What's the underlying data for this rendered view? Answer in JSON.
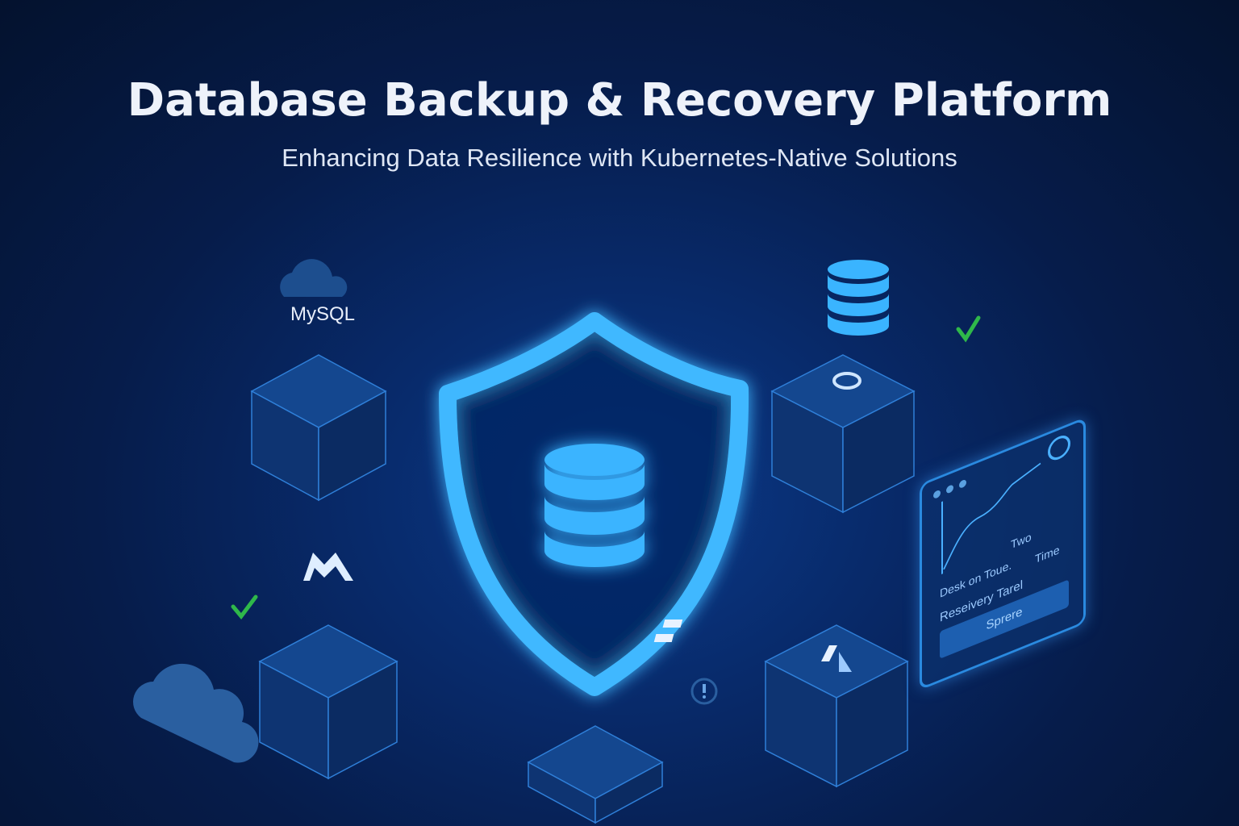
{
  "header": {
    "title": "Database Backup & Recovery Platform",
    "subtitle": "Enhancing Data Resilience with Kubernetes-Native Solutions"
  },
  "labels": {
    "mysql": "MySQL"
  },
  "panel": {
    "label_desk": "Desk on Toue.",
    "label_two": "Two",
    "label_recovery": "Reseivery Tarel",
    "label_time": "Time",
    "button": "Sprere"
  },
  "colors": {
    "accent": "#3fb8ff",
    "check": "#2fb84a",
    "background": "#061c4a"
  }
}
